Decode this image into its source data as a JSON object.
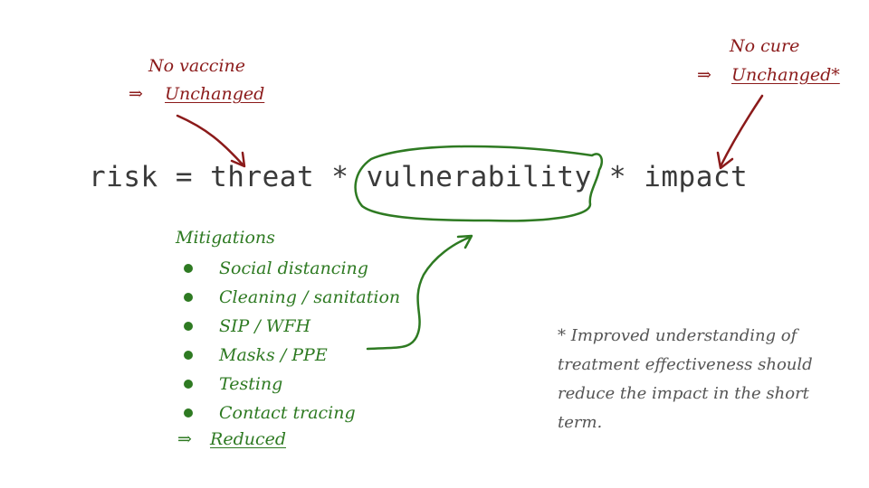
{
  "formula": {
    "text": "risk = threat * vulnerability * impact"
  },
  "threat_annotation": {
    "note": "No vaccine",
    "arrow": "⇒",
    "result": "Unchanged"
  },
  "impact_annotation": {
    "note": "No cure",
    "arrow": "⇒",
    "result": "Unchanged*"
  },
  "mitigations": {
    "title": "Mitigations",
    "items": [
      "Social distancing",
      "Cleaning / sanitation",
      "SIP / WFH",
      "Masks / PPE",
      "Testing",
      "Contact tracing"
    ],
    "arrow": "⇒",
    "result": "Reduced"
  },
  "footnote": {
    "text": "* Improved understanding of treatment effectiveness should reduce the impact in the short term."
  },
  "colors": {
    "red": "#8b1a1a",
    "green": "#2e7a22",
    "formula": "#3a3a3a",
    "footnote": "#555555"
  }
}
